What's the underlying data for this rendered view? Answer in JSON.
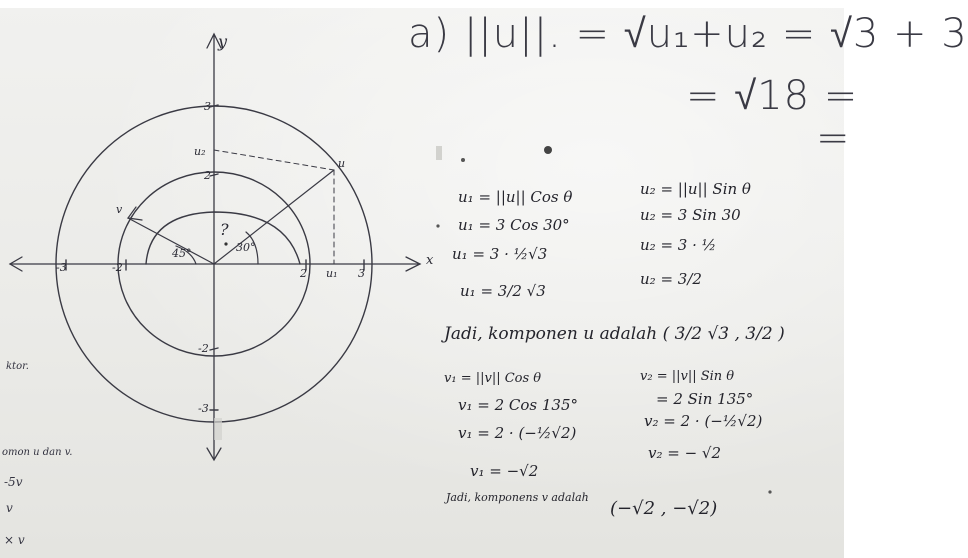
{
  "board": {
    "header_line": "a) ||u||. = √u₁+u₂ = √3 + 3",
    "sqrt_line": "= √18 =",
    "right_eq": "="
  },
  "graph": {
    "y_axis_label": "y",
    "x_axis_label": "x",
    "tick_labels": [
      "3",
      "2",
      "-2",
      "-3",
      "-2",
      "-3",
      "2",
      "3"
    ],
    "u_point": "u",
    "v_point": "v",
    "u1_label": "u₁",
    "u2_label": "u₂",
    "angle_u": "30°",
    "angle_v": "45°",
    "question": "?"
  },
  "work_u": {
    "u1_line1": "u₁ = ||u|| Cos θ",
    "u1_line2": "u₁ = 3 Cos 30°",
    "u1_line3": "u₁ = 3 · ½√3",
    "u1_line4": "u₁ = 3/2 √3",
    "u2_line1": "u₂ = ||u|| Sin θ",
    "u2_line2": "u₂ = 3 Sin 30",
    "u2_line3": "u₂ = 3 · ½",
    "u2_line4": "u₂ = 3/2",
    "conclusion": "Jadi, komponen u adalah ( 3/2 √3 , 3/2 )"
  },
  "work_v": {
    "v1_line1": "v₁ = ||v|| Cos θ",
    "v1_line2": "v₁ = 2 Cos 135°",
    "v1_line3": "v₁ = 2 · (−½√2)",
    "v1_line4": "v₁ = −√2",
    "v2_line1": "v₂ = ||v|| Sin θ",
    "v2_line2": "= 2 Sin 135°",
    "v2_line3": "v₂ = 2 · (−½√2)",
    "v2_line4": "v₂ = − √2",
    "conclusion": "Jadi, komponens v adalah",
    "result": "(−√2 , −√2)"
  },
  "left_edge": {
    "line1": "ktor.",
    "line2": "omon u dan v.",
    "line3": "-5v",
    "line4": "v",
    "line5": "× v"
  },
  "colors": {
    "ink": "#24242c",
    "board": "#ececea"
  }
}
